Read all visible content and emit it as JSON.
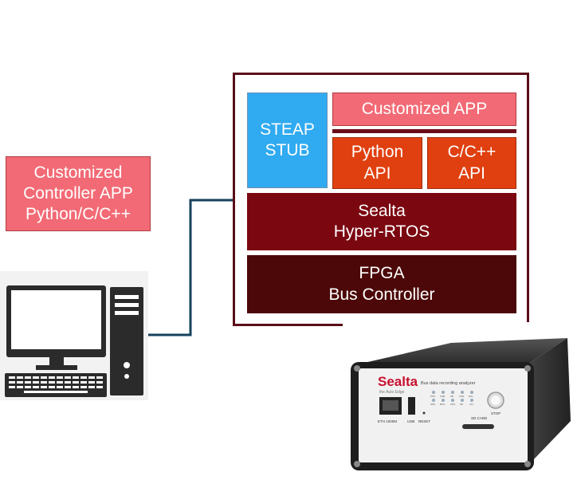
{
  "stack": {
    "steap": [
      "STEAP",
      "STUB"
    ],
    "customized_app": "Customized APP",
    "python_api": [
      "Python",
      "API"
    ],
    "c_api": [
      "C/C++",
      "API"
    ],
    "rtos": [
      "Sealta",
      "Hyper-RTOS"
    ],
    "fpga": [
      "FPGA",
      "Bus Controller"
    ]
  },
  "controller_app": [
    "Customized",
    "Controller APP",
    "Python/C/C++"
  ],
  "device": {
    "brand": "Sealta",
    "tagline": "the Auto Edge",
    "model_text": "Bus data recording analyzer",
    "ports": [
      "ETH 1000M",
      "USB",
      "RESET"
    ],
    "sd_label": "SD CARD",
    "stop_label": "STOP",
    "leds": [
      "PPS",
      "NPS",
      "USB",
      "BUS",
      "SD",
      "CPS",
      "CAN",
      "SD",
      "DIG",
      "LIN"
    ]
  },
  "colors": {
    "frame": "#5a0e1a",
    "steap": "#30aaf0",
    "app": "#f26a75",
    "api": "#e0400f",
    "rtos": "#7b0710",
    "fpga": "#4c0808",
    "link": "#16425e"
  }
}
